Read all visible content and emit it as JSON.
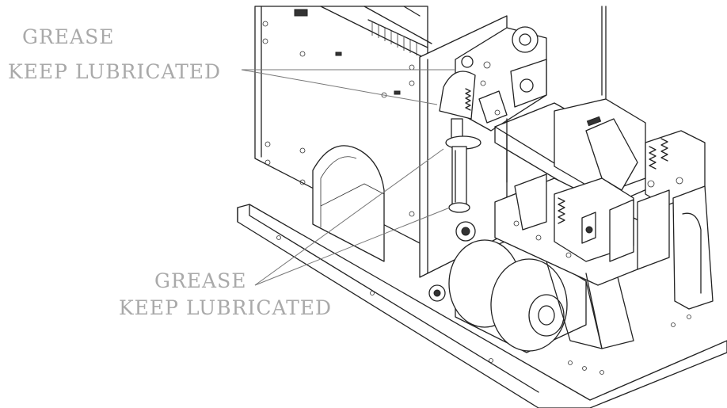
{
  "callouts": [
    {
      "title": "GREASE",
      "subtitle": "KEEP LUBRICATED"
    },
    {
      "title": "GREASE",
      "subtitle": "KEEP LUBRICATED"
    }
  ],
  "colors": {
    "label": "#a9a9a9",
    "linework": "#222222",
    "leader": "#777777",
    "background": "#ffffff"
  }
}
